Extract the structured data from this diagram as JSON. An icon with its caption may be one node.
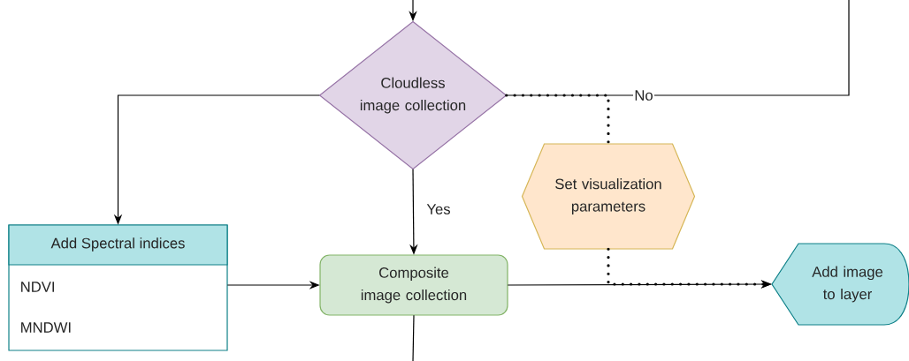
{
  "diagram": {
    "nodes": [
      {
        "text": [
          "Cloudless image collection"
        ]
      },
      {
        "text": [
          "Add Spectral indices",
          "NDVI",
          "MNDWI"
        ]
      },
      {
        "text": [
          "Set visualization parameters"
        ]
      },
      {
        "text": [
          "Composite image collection"
        ]
      },
      {
        "text": [
          "Add image to layer"
        ]
      }
    ],
    "edges": [
      {
        "from": null,
        "to": 0,
        "arrow": "to"
      },
      {
        "from": 0,
        "to": 1,
        "arrow": "to"
      },
      {
        "from": 0,
        "to": null,
        "arrow": "none",
        "label": "No"
      },
      {
        "from": 0,
        "to": 2,
        "arrow": "none",
        "style": "dashed"
      },
      {
        "from": 2,
        "to": 4,
        "arrow": "to",
        "style": "dashed"
      },
      {
        "from": 0,
        "to": 3,
        "arrow": "to",
        "label": "Yes"
      },
      {
        "from": 1,
        "to": 3,
        "arrow": "to"
      },
      {
        "from": 3,
        "to": 4,
        "arrow": "to"
      },
      {
        "from": 3,
        "to": null,
        "arrow": "none"
      }
    ]
  }
}
